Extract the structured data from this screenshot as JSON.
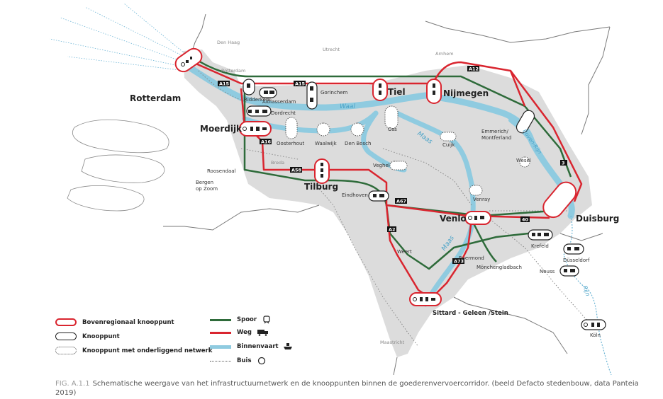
{
  "cities": {
    "rotterdam": "Rotterdam",
    "moerdijk": "Moerdijk",
    "tilburg": "Tilburg",
    "tiel": "Tiel",
    "nijmegen": "Nijmegen",
    "venlo": "Venlo",
    "duisburg": "Duisburg",
    "sittard": "Sittard - Geleen /Stein"
  },
  "towns": {
    "ridderkerk": "Ridderkerk",
    "alblasserdam": "Alblasserdam",
    "dordrecht": "Dordrecht",
    "gorinchem": "Gorinchem",
    "oss": "Oss",
    "oosterhout": "Oosterhout",
    "waalwijk": "Waalwijk",
    "denbosch": "Den Bosch",
    "cuijk": "Cuijk",
    "veghel": "Veghel",
    "emmerich": "Emmerich/",
    "montferland": "Montferland",
    "wesel": "Wesel",
    "venray": "Venray",
    "eindhoven": "Eindhoven",
    "weert": "Weert",
    "roermond": "Roermond",
    "monchengladbach": "Mönchengladbach",
    "krefeld": "Krefeld",
    "dusseldorf": "Düsseldorf",
    "neuss": "Neuss",
    "koln": "Köln"
  },
  "background_towns": {
    "denhaag": "Den Haag",
    "utrecht": "Utrecht",
    "arnhem": "Arnhem",
    "rotterdam_small": "Rotterdam",
    "breda": "Breda",
    "roosendaal": "Roosendaal",
    "bergen": "Bergen",
    "opzoom": "op Zoom",
    "maastricht": "Maastricht"
  },
  "roads": [
    "A15",
    "A15",
    "A12",
    "A16",
    "A58",
    "A67",
    "A2",
    "A73",
    "40",
    "3"
  ],
  "waterways": {
    "waal": "Waal",
    "maas": "Maas",
    "maas2": "Maas",
    "bovenrijn": "Boven-Rijn",
    "rijn": "Rijn"
  },
  "legend": {
    "bovenregionaal": "Bovenregionaal knooppunt",
    "knooppunt": "Knooppunt",
    "onderliggend": "Knooppunt met onderliggend netwerk",
    "spoor": "Spoor",
    "weg": "Weg",
    "binnenvaart": "Binnenvaart",
    "buis": "Buis"
  },
  "caption": {
    "fig": "FIG. A.1.1",
    "text": "Schematische weergave van het infrastructuurnetwerk en de knooppunten binnen de goederenvervoercorridor. (beeld Defacto stedenbouw, data Panteia 2019)"
  },
  "colors": {
    "spoor": "#2e6b3a",
    "weg": "#d9252f",
    "binnenvaart": "#8fcbe0",
    "land": "#dcdcdc",
    "border": "#8a8a8a"
  },
  "icons": [
    "train-icon",
    "truck-icon",
    "ship-icon",
    "pipe-icon"
  ]
}
